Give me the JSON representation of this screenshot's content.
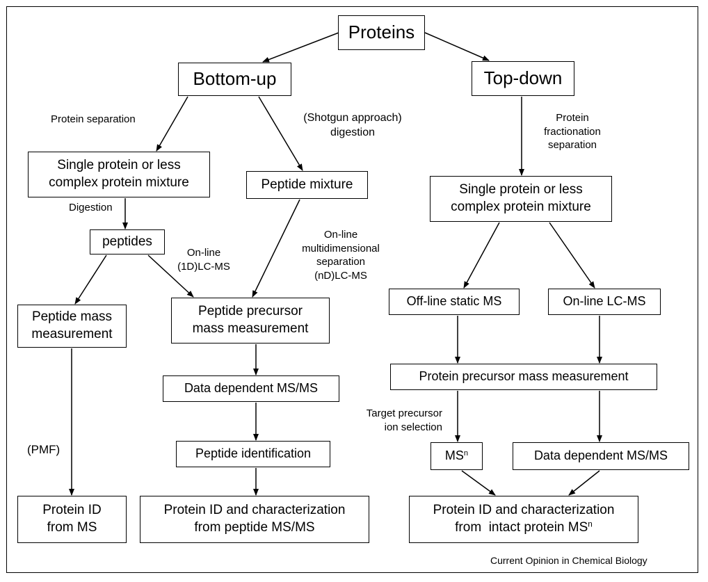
{
  "boxes": {
    "proteins": "Proteins",
    "bottom_up": "Bottom-up",
    "top_down": "Top-down",
    "bu_single_protein": [
      "Single protein or less",
      "complex protein mixture"
    ],
    "peptide_mixture": "Peptide mixture",
    "peptides": "peptides",
    "peptide_mass_measurement": [
      "Peptide mass",
      "measurement"
    ],
    "peptide_precursor": [
      "Peptide precursor",
      "mass measurement"
    ],
    "bu_data_dependent": "Data dependent MS/MS",
    "peptide_identification": "Peptide identification",
    "protein_id_from_ms": [
      "Protein ID",
      "from MS"
    ],
    "protein_id_peptide": [
      "Protein ID and characterization",
      "from peptide MS/MS"
    ],
    "td_single_protein": [
      "Single protein or less",
      "complex protein mixture"
    ],
    "offline_static_ms": "Off-line static MS",
    "online_lc_ms": "On-line LC-MS",
    "protein_precursor": "Protein precursor mass measurement",
    "ms_n": "MS",
    "ms_n_sup": "n",
    "td_data_dependent": "Data dependent MS/MS",
    "protein_id_intact": [
      "Protein ID and characterization",
      "from  intact protein MS"
    ],
    "protein_id_intact_sup": "n"
  },
  "labels": {
    "protein_separation": "Protein separation",
    "shotgun": [
      "(Shotgun approach)",
      "digestion"
    ],
    "td_fractionation": [
      "Protein",
      "fractionation",
      "separation"
    ],
    "digestion": "Digestion",
    "online_1d": [
      "On-line",
      "(1D)LC-MS"
    ],
    "online_multi": [
      "On-line",
      "multidimensional",
      "separation",
      "(nD)LC-MS"
    ],
    "pmf": "(PMF)",
    "target_precursor": [
      "Target precursor",
      "ion selection"
    ],
    "credit": "Current Opinion in Chemical Biology"
  },
  "colors": {
    "line": "#000000",
    "background": "#ffffff"
  }
}
